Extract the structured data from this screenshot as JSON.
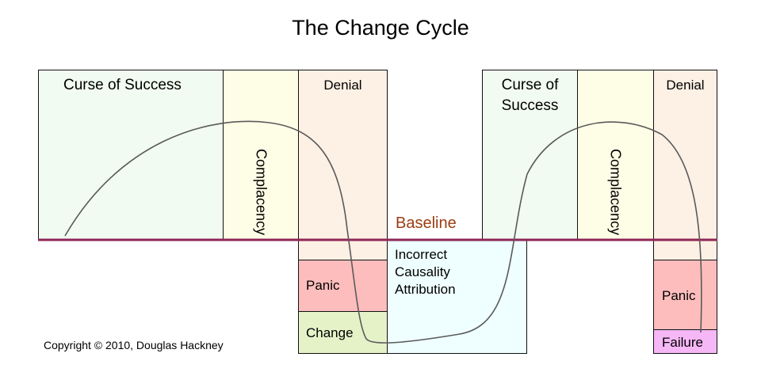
{
  "title": "The Change Cycle",
  "copyright": "Copyright © 2010, Douglas Hackney",
  "baseline": {
    "label": "Baseline",
    "line_color": "#8e2656",
    "label_color": "#9a3c12"
  },
  "phases": {
    "curse_of_success": "Curse of Success",
    "complacency": "Complacency",
    "denial": "Denial",
    "panic": "Panic",
    "change": "Change",
    "incorrect_causality": "Incorrect Causality Attribution",
    "curse_of_success_2": "Curse of Success",
    "complacency_2": "Complacency",
    "denial_2": "Denial",
    "panic_2": "Panic",
    "failure": "Failure"
  },
  "colors": {
    "curse": "#f1fbf1",
    "complacency": "#fefee6",
    "denial": "#fdf0e4",
    "panic": "#fdbdbd",
    "change": "#e5f2c8",
    "incorrect": "#effefe",
    "failure": "#f6b7f6",
    "curve": "#5a5a5a"
  }
}
